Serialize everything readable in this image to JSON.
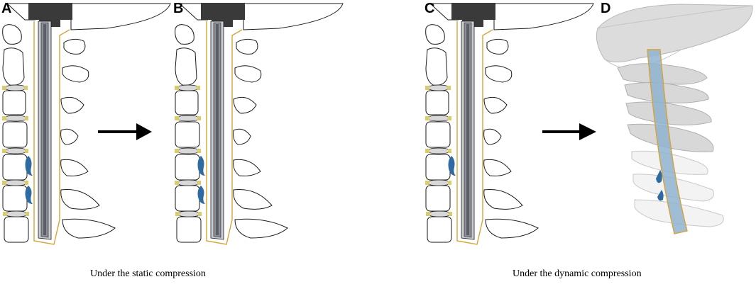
{
  "panels": [
    {
      "id": "A",
      "label": "A",
      "style": "sagittal-2d",
      "compression_sites": 2
    },
    {
      "id": "B",
      "label": "B",
      "style": "sagittal-2d",
      "compression_sites": 2
    },
    {
      "id": "C",
      "label": "C",
      "style": "sagittal-2d",
      "compression_sites": 1
    },
    {
      "id": "D",
      "label": "D",
      "style": "3d-model"
    }
  ],
  "captions": {
    "static": "Under the static compression",
    "dynamic": "Under the dynamic compression"
  },
  "colors": {
    "outline": "#1a1a1a",
    "skull_block": "#3a3a3a",
    "cord_gray": "#8c8f96",
    "cord_light": "#c9ccd3",
    "dura_orange": "#d8a23a",
    "disc_yellow": "#d9cc6a",
    "disc_gray": "#d8d8d8",
    "compression_blue": "#2f6aa3",
    "model_bone": "#dcdcdc",
    "model_cord": "#8fb3cf"
  },
  "icons": [
    "right-arrow-icon",
    "right-arrow-icon"
  ]
}
